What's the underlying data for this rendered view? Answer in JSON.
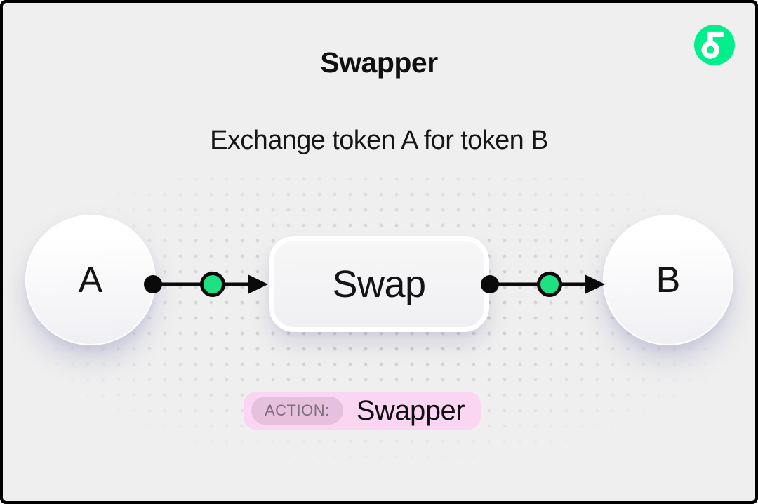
{
  "app": {
    "background_color": "#EFEFEF",
    "frame_color": "#000000"
  },
  "logo": {
    "icon": "flow-logo",
    "brand_green": "#00EF8B"
  },
  "header": {
    "title": "Swapper",
    "subtitle": "Exchange token A for token B"
  },
  "diagram": {
    "type": "flow",
    "nodes": {
      "input": {
        "label": "A",
        "shape": "circle"
      },
      "process": {
        "label": "Swap",
        "shape": "rounded-box"
      },
      "output": {
        "label": "B",
        "shape": "circle"
      }
    },
    "edges": [
      {
        "from": "A",
        "to": "Swap"
      },
      {
        "from": "Swap",
        "to": "B"
      }
    ],
    "edge_color": "#0A0A0A",
    "connector_green": "#1EE183",
    "dot_grid_color": "#CCCCCC"
  },
  "badge": {
    "label": "ACTION:",
    "value": "Swapper",
    "background": "#FAD6F3",
    "label_background": "#E5C1DE",
    "label_color": "#7E6F7C"
  }
}
